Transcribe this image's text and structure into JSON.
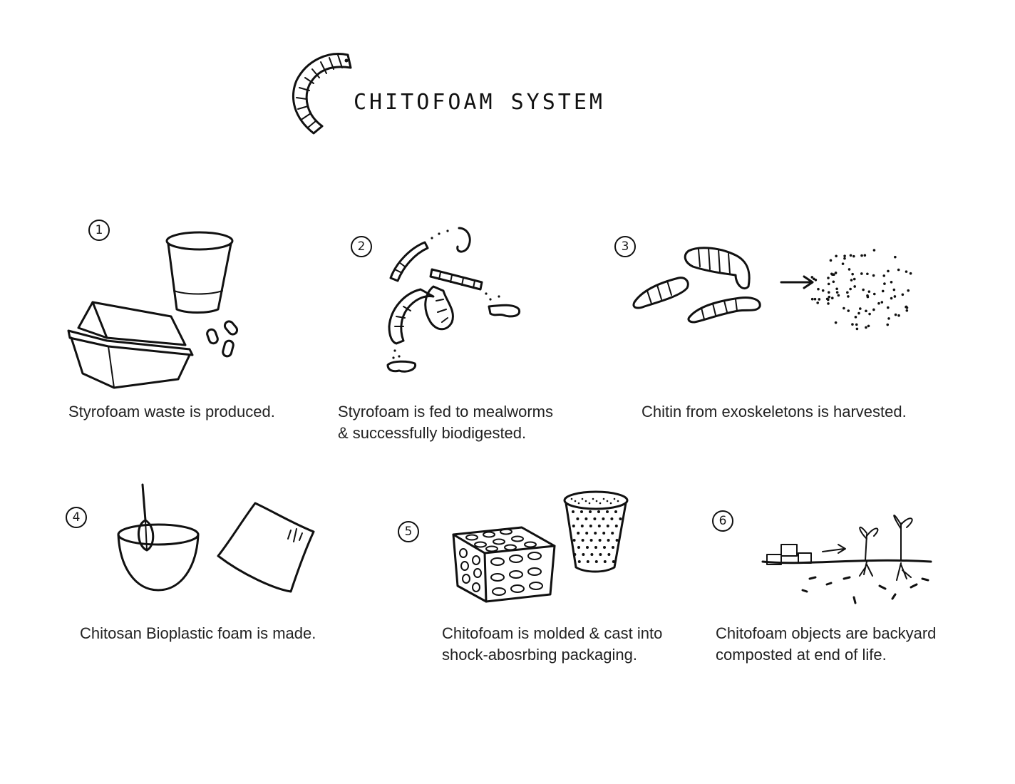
{
  "title": "CHITOFOAM SYSTEM",
  "steps": [
    {
      "number": "1",
      "caption_lines": [
        "Styrofoam waste is produced."
      ]
    },
    {
      "number": "2",
      "caption_lines": [
        "Styrofoam is fed to mealworms",
        "& successfully biodigested."
      ]
    },
    {
      "number": "3",
      "caption_lines": [
        "Chitin from exoskeletons is harvested."
      ]
    },
    {
      "number": "4",
      "caption_lines": [
        "Chitosan Bioplastic foam is made."
      ]
    },
    {
      "number": "5",
      "caption_lines": [
        "Chitofoam is molded & cast into",
        "shock-abosrbing packaging."
      ]
    },
    {
      "number": "6",
      "caption_lines": [
        "Chitofoam objects are backyard",
        "composted at end of life."
      ]
    }
  ],
  "icons": [
    "mealworm-icon",
    "clamshell-container-icon",
    "foam-cup-icon",
    "foam-crumbs-icon",
    "mealworms-eating-icon",
    "mealworm-exoskeletons-icon",
    "arrow-icon",
    "chitin-powder-icon",
    "mixing-bowl-whisk-icon",
    "foam-sheet-icon",
    "foam-block-icon",
    "foam-cup-packaging-icon",
    "compost-soil-sprouts-icon"
  ]
}
